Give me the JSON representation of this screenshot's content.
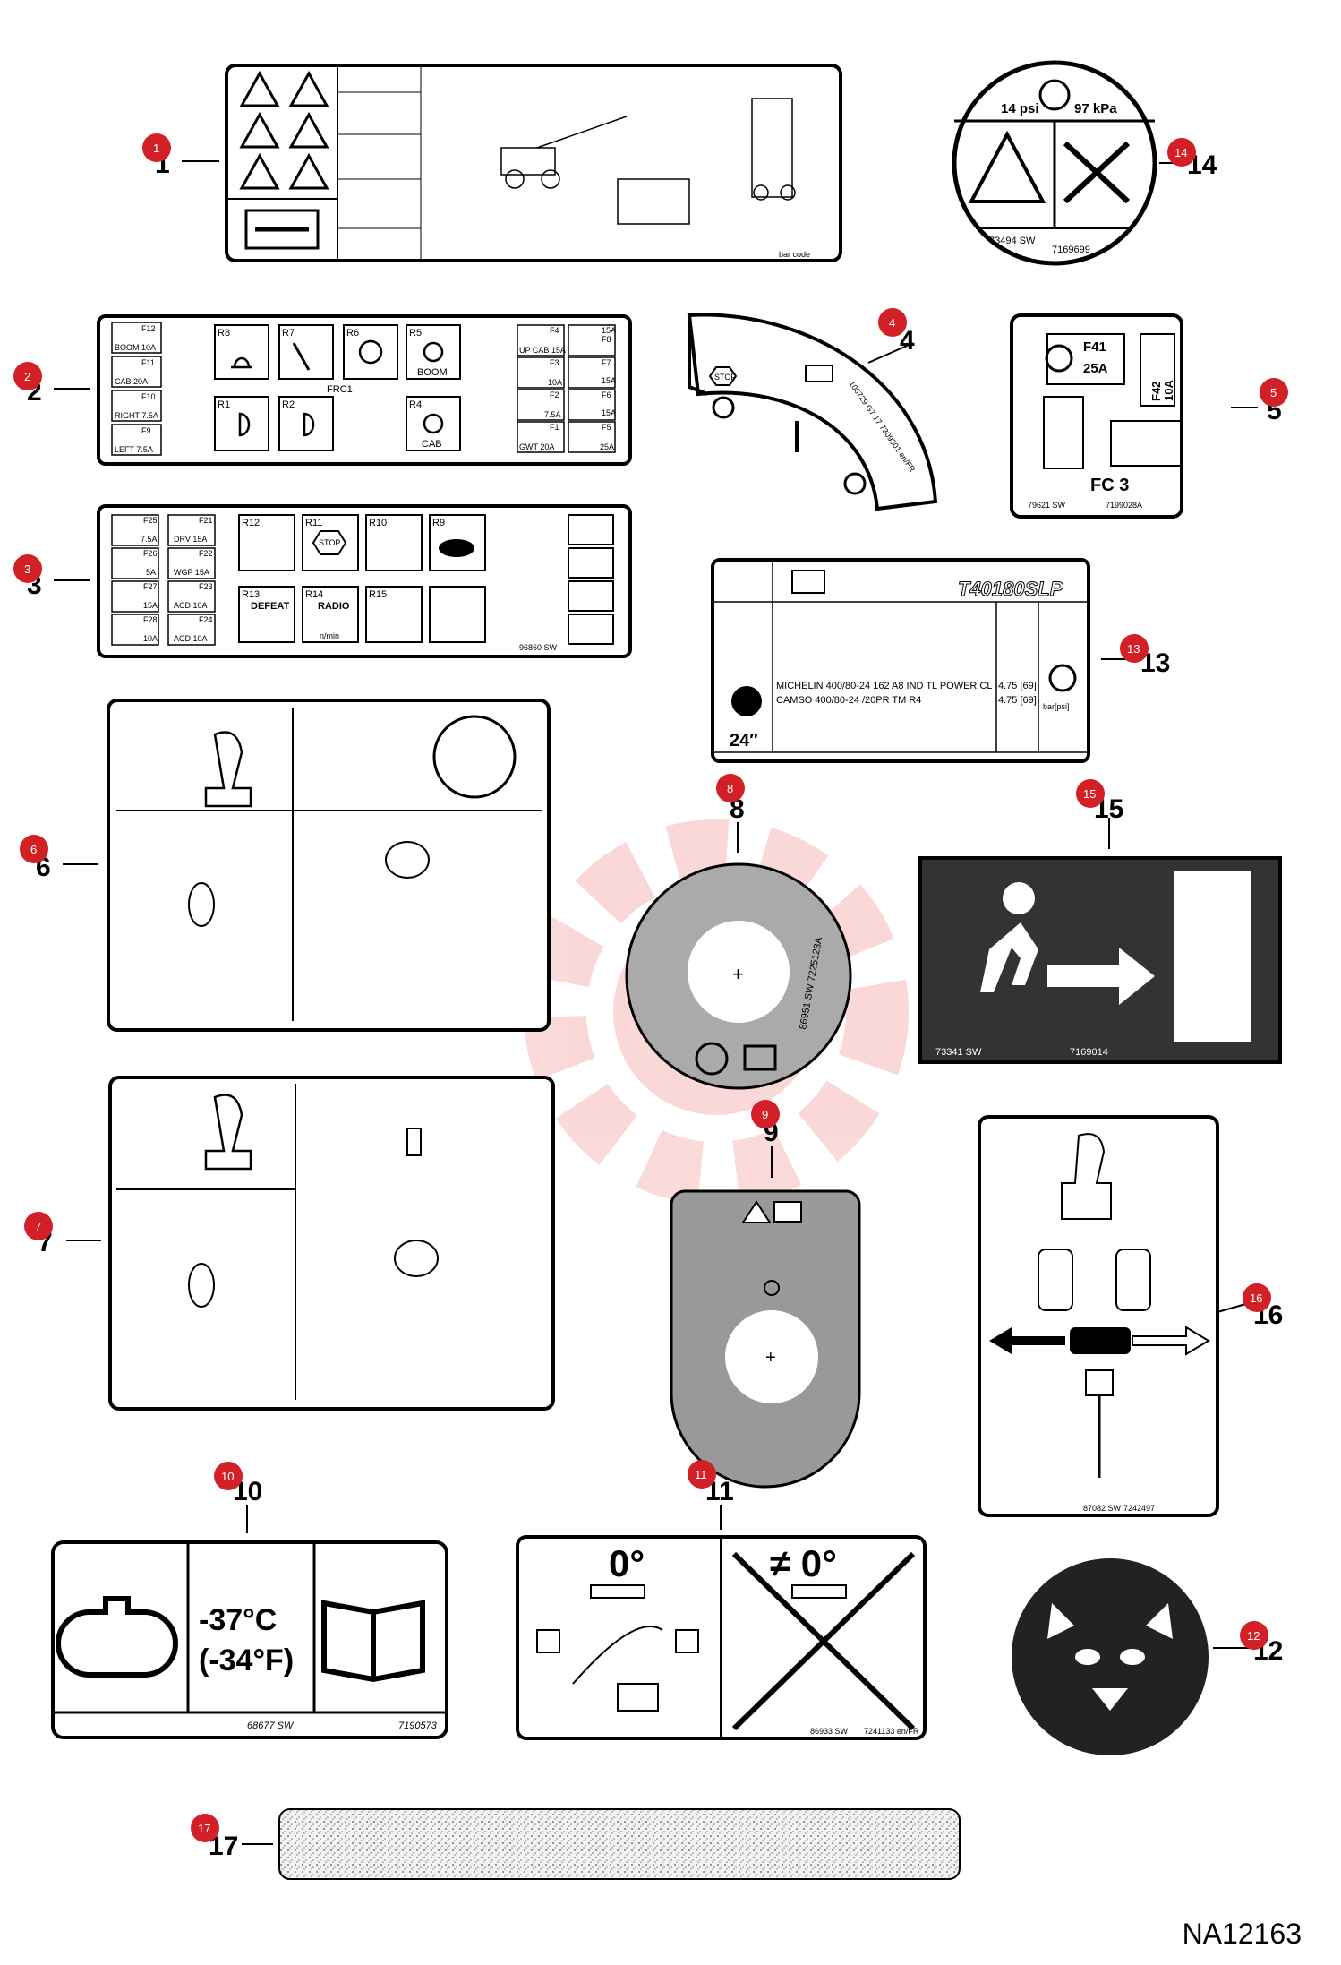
{
  "diagram_id": "NA12163",
  "callouts": [
    {
      "n": "1",
      "label": "1"
    },
    {
      "n": "2",
      "label": "2"
    },
    {
      "n": "3",
      "label": "3"
    },
    {
      "n": "4",
      "label": "4"
    },
    {
      "n": "5",
      "label": "5"
    },
    {
      "n": "6",
      "label": "6"
    },
    {
      "n": "7",
      "label": "7"
    },
    {
      "n": "8",
      "label": "8"
    },
    {
      "n": "9",
      "label": "9"
    },
    {
      "n": "10",
      "label": "10"
    },
    {
      "n": "11",
      "label": "11"
    },
    {
      "n": "12",
      "label": "12"
    },
    {
      "n": "13",
      "label": "13"
    },
    {
      "n": "14",
      "label": "14"
    },
    {
      "n": "15",
      "label": "15"
    },
    {
      "n": "16",
      "label": "16"
    },
    {
      "n": "17",
      "label": "17"
    }
  ],
  "decal14": {
    "left": "14 psi",
    "right": "97 kPa",
    "code1": "73494 SW",
    "code2": "7169699"
  },
  "decal2": {
    "fuses_left": [
      {
        "id": "F12",
        "text": "BOOM 10A"
      },
      {
        "id": "F11",
        "text": "CAB 20A"
      },
      {
        "id": "F10",
        "text": "RIGHT 7.5A"
      },
      {
        "id": "F9",
        "text": "LEFT 7.5A"
      }
    ],
    "relays": [
      "R8",
      "R7",
      "R6",
      "R5",
      "R1",
      "R2",
      "R4"
    ],
    "r5": "BOOM",
    "r4": "CAB",
    "frc": "FRC1",
    "fuses_mid": [
      {
        "id": "F4",
        "text": "UP CAB 15A"
      },
      {
        "id": "F3",
        "text": "10A"
      },
      {
        "id": "F2",
        "text": "7.5A"
      },
      {
        "id": "F1",
        "text": "GWT 20A"
      }
    ],
    "fuses_right": [
      {
        "id": "F8",
        "text": "15A"
      },
      {
        "id": "F7",
        "text": "15A"
      },
      {
        "id": "F6",
        "text": "15A"
      },
      {
        "id": "F5",
        "text": "25A"
      }
    ]
  },
  "decal3": {
    "fuses": [
      {
        "id": "F25",
        "text": "7.5A"
      },
      {
        "id": "F26",
        "text": "5A"
      },
      {
        "id": "F27",
        "text": "15A"
      },
      {
        "id": "F28",
        "text": "10A"
      }
    ],
    "fuses2": [
      {
        "id": "F21",
        "text": "DRV 15A"
      },
      {
        "id": "F22",
        "text": "WGP 15A"
      },
      {
        "id": "F23",
        "text": "ACD 10A"
      },
      {
        "id": "F24",
        "text": "ACD 10A"
      }
    ],
    "relays": [
      "R12",
      "R11",
      "R10",
      "R9",
      "R13",
      "R14",
      "R15"
    ],
    "stop": "STOP",
    "defeat": "DEFEAT",
    "radio": "RADIO",
    "radio_unit": "n/min",
    "code": "96860 SW"
  },
  "decal4": {
    "stop": "STOP",
    "code": "106729 G7 17 7309301 en/FR"
  },
  "decal5": {
    "f41": "F41",
    "f41a": "25A",
    "f42": "F42",
    "f42a": "10A",
    "fc": "FC 3",
    "code1": "79621 SW",
    "code2": "7199028A"
  },
  "decal13": {
    "model": "T40180SLP",
    "tire1": "MICHELIN 400/80-24 162  A8 IND TL POWER CL",
    "tire2": "CAMSO 400/80-24 /20PR TM R4",
    "p1": "4.75 [69]",
    "p2": "4.75 [69]",
    "unit": "bar[psi]",
    "size": "24″"
  },
  "decal15": {
    "code1": "73341 SW",
    "code2": "7169014"
  },
  "decal8": {
    "code": "86951 SW  7225123A"
  },
  "decal10": {
    "temp_c": "-37°C",
    "temp_f": "(-34°F)",
    "code1": "68677 SW",
    "code2": "7190573"
  },
  "decal11": {
    "left": "0°",
    "right": "≠ 0°",
    "code1": "86933 SW",
    "code2": "7241133 en/FR"
  },
  "decal16": {
    "code1": "87082 SW",
    "code2": "7242497"
  }
}
